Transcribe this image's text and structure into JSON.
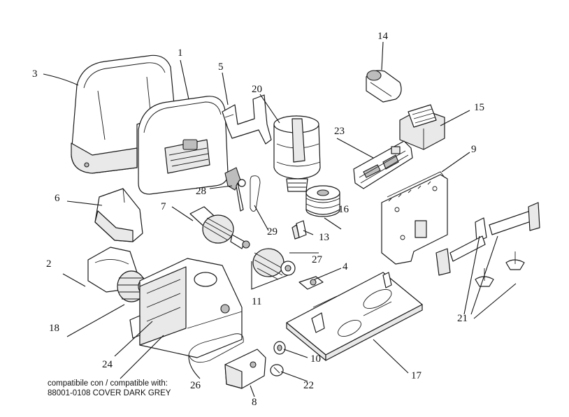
{
  "labels": {
    "p1": "1",
    "p2": "2",
    "p3": "3",
    "p4": "4",
    "p5": "5",
    "p6": "6",
    "p7": "7",
    "p8": "8",
    "p9": "9",
    "p10": "10",
    "p11": "11",
    "p13": "13",
    "p14": "14",
    "p15": "15",
    "p16": "16",
    "p17": "17",
    "p18": "18",
    "p20": "20",
    "p21": "21",
    "p22": "22",
    "p23": "23",
    "p24": "24",
    "p26": "26",
    "p27": "27",
    "p28": "28",
    "p29": "29"
  },
  "note": {
    "line1": "compatibile con / compatible with:",
    "line2": "88001-0108 COVER DARK GREY"
  }
}
